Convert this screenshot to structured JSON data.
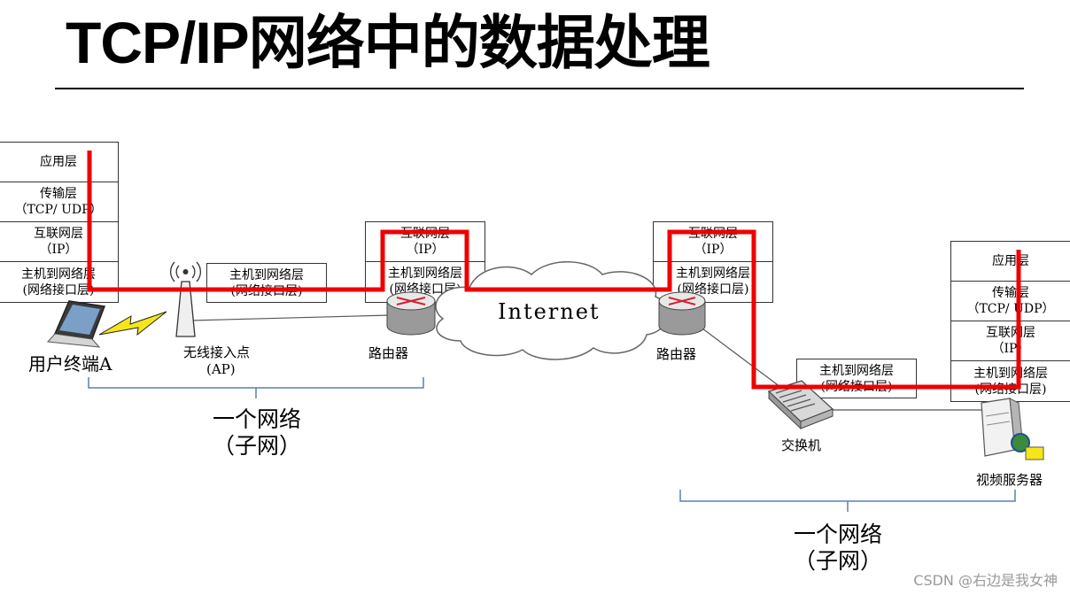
{
  "title": "TCP/IP网络中的数据处理",
  "stack_left": [
    {
      "line1": "应用层",
      "line2": ""
    },
    {
      "line1": "传输层",
      "line2": "（TCP/ UDP）"
    },
    {
      "line1": "互联网层",
      "line2": "（IP）"
    },
    {
      "line1": "主机到网络层",
      "line2": "(网络接口层)"
    }
  ],
  "stack_right": [
    {
      "line1": "应用层",
      "line2": ""
    },
    {
      "line1": "传输层",
      "line2": "（TCP/ UDP）"
    },
    {
      "line1": "互联网层",
      "line2": "（IP）"
    },
    {
      "line1": "主机到网络层",
      "line2": "(网络接口层)"
    }
  ],
  "router_left_stack": [
    {
      "line1": "互联网层",
      "line2": "（IP）"
    },
    {
      "line1": "主机到网络层",
      "line2": "(网络接口层)"
    }
  ],
  "router_right_stack": [
    {
      "line1": "互联网层",
      "line2": "（IP）"
    },
    {
      "line1": "主机到网络层",
      "line2": "(网络接口层)"
    }
  ],
  "ap_box": {
    "line1": "主机到网络层",
    "line2": "(网络接口层)"
  },
  "switch_box": {
    "line1": "主机到网络层",
    "line2": "(网络接口层)"
  },
  "devices": {
    "user_terminal": "用户终端A",
    "ap_name": "无线接入点",
    "ap_abbr": "(AP)",
    "router_left": "路由器",
    "router_right": "路由器",
    "switch": "交换机",
    "server": "视频服务器",
    "internet": "Internet"
  },
  "subnet_left": {
    "line1": "一个网络",
    "line2": "（子网）"
  },
  "subnet_right": {
    "line1": "一个网络",
    "line2": "（子网）"
  },
  "watermark": "CSDN @右边是我女神",
  "colors": {
    "data_path": "#ee0000",
    "brace": "#5b7fb5",
    "lightning": "#f5e61a",
    "cloud_fill": "#ffffff",
    "device_gray": "#9a9a9a"
  }
}
